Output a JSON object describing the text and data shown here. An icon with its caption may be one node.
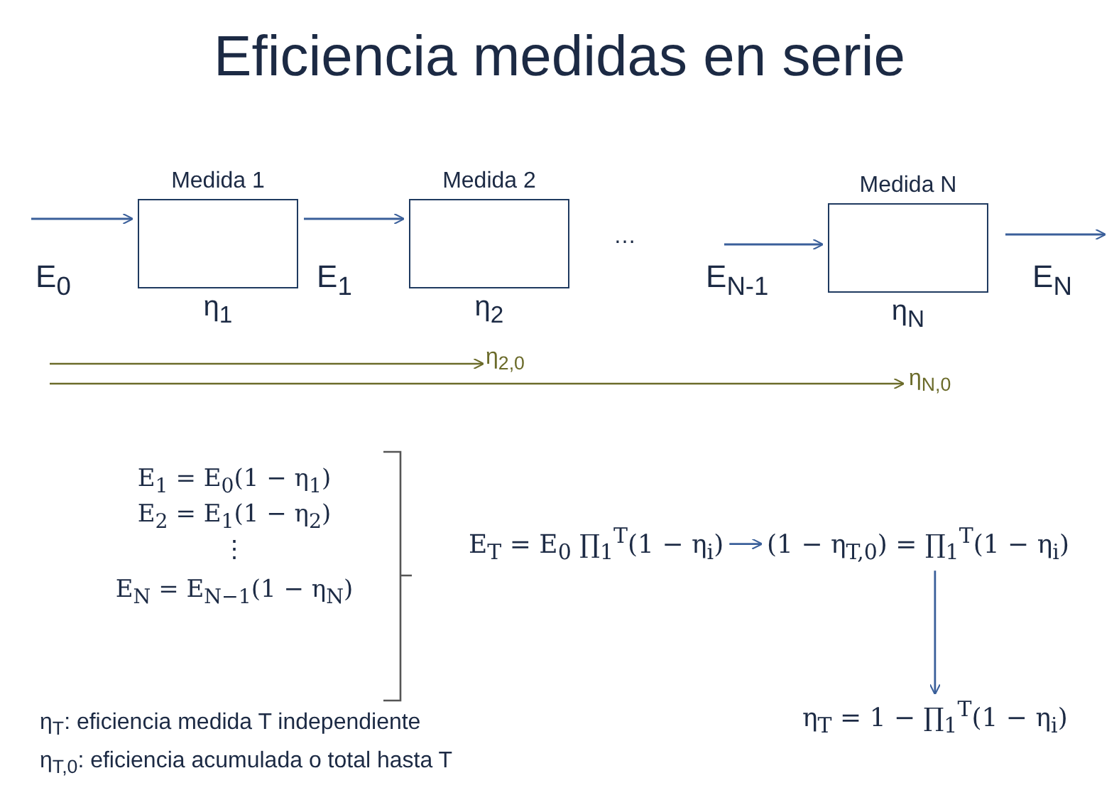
{
  "diagram": {
    "title": "Eficiencia medidas en serie",
    "nodes": [
      {
        "text": [
          "Medida 1"
        ],
        "beside": [
          "η$_{1}$"
        ]
      },
      {
        "text": [
          "Medida 2"
        ],
        "beside": [
          "η$_{2}$"
        ]
      },
      {
        "text": [
          "Medida N"
        ],
        "beside": [
          "η$_{N}$"
        ]
      },
      {
        "text": [
          "E$_{T}$ = E$_{0}$ ∏$_{1}$$^{T}$(1 − η$_{i}$)"
        ]
      },
      {
        "text": [
          "(1 − η$_{T,0}$) = ∏$_{1}$$^{T}$(1 − η$_{i}$)"
        ]
      },
      {
        "text": [
          "η$_{T}$ = 1 − ∏$_{1}$$^{T}$(1 − η$_{i}$)"
        ]
      }
    ],
    "edges": [
      {
        "from": null,
        "to": 0,
        "arrow": "to",
        "label": "E$_{0}$"
      },
      {
        "from": 0,
        "to": 1,
        "arrow": "to",
        "label": "E$_{1}$"
      },
      {
        "from": null,
        "to": 2,
        "arrow": "to",
        "label": "E$_{N-1}$"
      },
      {
        "from": 2,
        "to": null,
        "arrow": "to",
        "label": "E$_{N}$"
      },
      {
        "from": 3,
        "to": 4,
        "arrow": "to"
      },
      {
        "from": 4,
        "to": 5,
        "arrow": "to"
      }
    ],
    "labels": [
      "…",
      "η$_{2,0}$",
      "η$_{N,0}$",
      "E$_{1}$ = E$_{0}$(1 − η$_{1}$)",
      "E$_{2}$ = E$_{1}$(1 − η$_{2}$)",
      "⋮",
      "E$_{N}$ = E$_{N−1}$(1 − η$_{N}$)",
      "η$_{T}$: eficiencia medida T independiente",
      "η$_{T,0}$: eficiencia acumulada o total hasta T"
    ]
  }
}
